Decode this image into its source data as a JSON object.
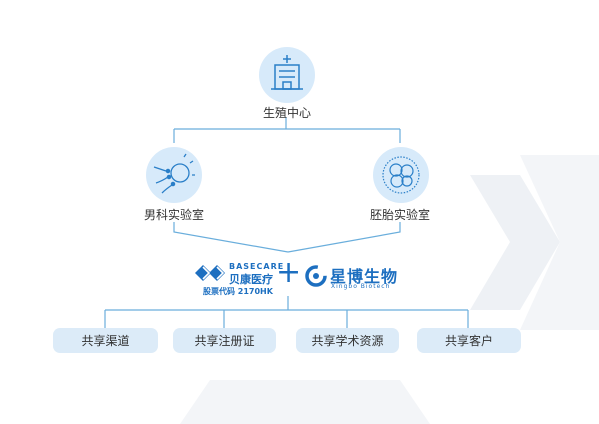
{
  "nodes": {
    "top": {
      "label": "生殖中心",
      "icon": "hospital-icon"
    },
    "left": {
      "label": "男科实验室",
      "icon": "sperm-egg-icon"
    },
    "right": {
      "label": "胚胎实验室",
      "icon": "embryo-cells-icon"
    }
  },
  "logos": {
    "basecare": {
      "en": "BASECARE",
      "cn": "贝康医疗",
      "stock": "股票代码 2170HK"
    },
    "plus": "+",
    "xingbo": {
      "cn": "星博生物",
      "sub": "Xingbo Biotech"
    }
  },
  "pills": [
    {
      "label": "共享渠道"
    },
    {
      "label": "共享注册证"
    },
    {
      "label": "共享学术资源"
    },
    {
      "label": "共享客户"
    }
  ],
  "colors": {
    "line": "#6aaedc",
    "brand_blue": "#1d6fc0",
    "circle_fill": "#d7eafa",
    "pill_fill": "#dcebf8"
  }
}
